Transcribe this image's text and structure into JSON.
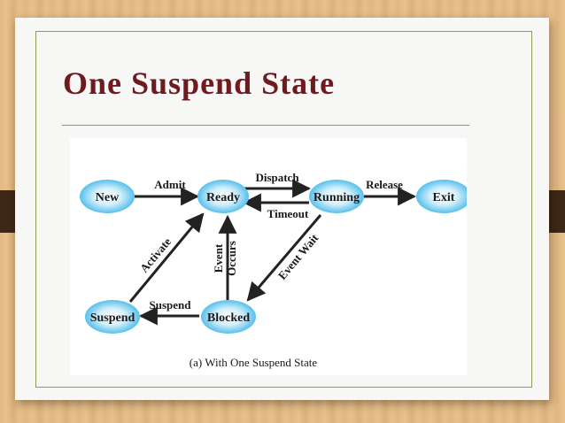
{
  "slide": {
    "title": "One Suspend State"
  },
  "diagram": {
    "nodes": {
      "new": "New",
      "ready": "Ready",
      "running": "Running",
      "exit": "Exit",
      "suspend": "Suspend",
      "blocked": "Blocked"
    },
    "edges": {
      "admit": "Admit",
      "dispatch": "Dispatch",
      "timeout": "Timeout",
      "release": "Release",
      "activate": "Activate",
      "event_wait": "Event Wait",
      "event_occurs_line1": "Event",
      "event_occurs_line2": "Occurs",
      "suspend": "Suspend"
    },
    "caption": "(a) With One Suspend State"
  },
  "colors": {
    "title": "#6e1a1e",
    "node_fill": "#58c3ee",
    "rule": "#8f9c55",
    "tab": "#3e2716"
  }
}
